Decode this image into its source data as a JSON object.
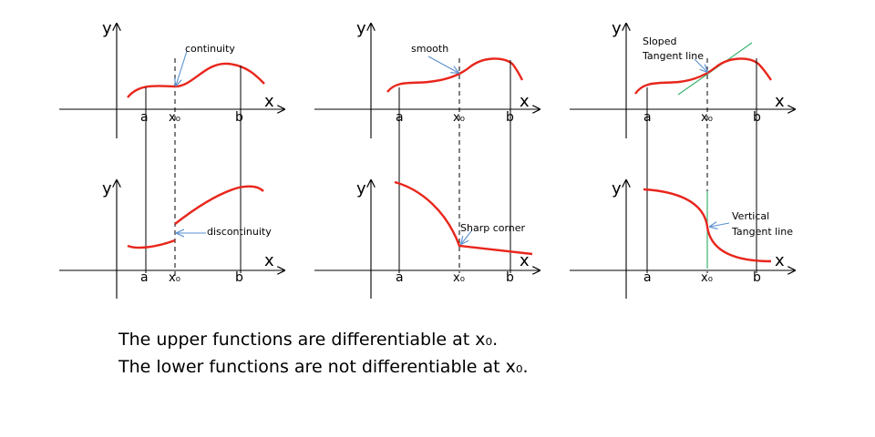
{
  "caption": {
    "line1": "The upper functions are differentiable at x₀.",
    "line2": "The lower functions are not differentiable at x₀."
  },
  "axis": {
    "x": "x",
    "y": "y",
    "a": "a",
    "b": "b",
    "x0": "x₀"
  },
  "colors": {
    "curve": "#e8261c",
    "tangent": "#3cb371",
    "arrow": "#5a8fd0",
    "axis": "#000000"
  },
  "panels": [
    {
      "id": "top-left",
      "annotation": "continuity"
    },
    {
      "id": "top-middle",
      "annotation": "smooth"
    },
    {
      "id": "top-right",
      "annotation": [
        "Sloped",
        "Tangent line"
      ]
    },
    {
      "id": "bottom-left",
      "annotation": "discontinuity"
    },
    {
      "id": "bottom-middle",
      "annotation": "Sharp corner"
    },
    {
      "id": "bottom-right",
      "annotation": [
        "Vertical",
        "Tangent line"
      ]
    }
  ]
}
